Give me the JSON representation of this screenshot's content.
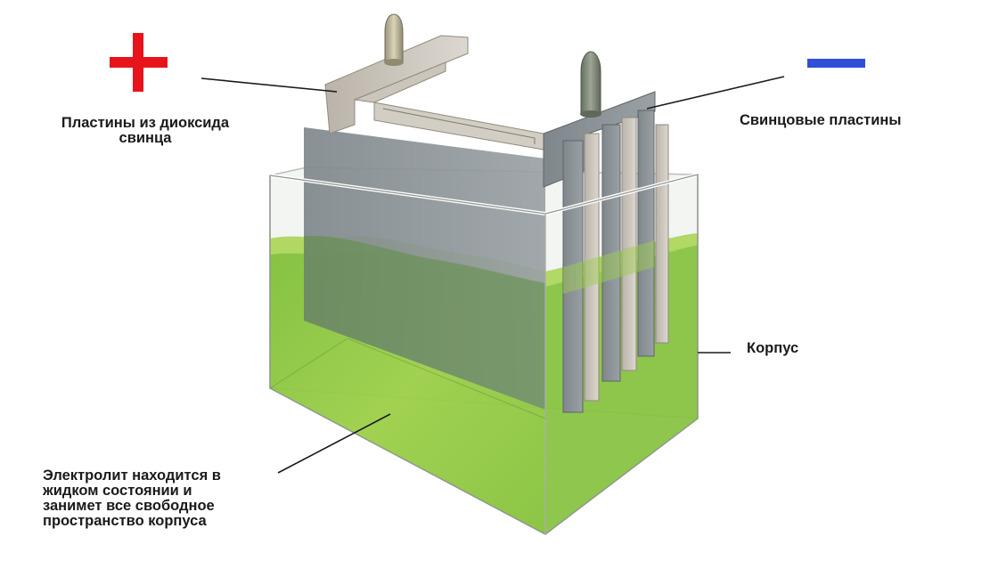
{
  "diagram": {
    "type": "lead-acid battery cell",
    "terminals": {
      "positive_symbol": "+",
      "negative_symbol": "−",
      "positive_color": "#e8141b",
      "negative_color": "#2f4fd6"
    },
    "labels": {
      "positive_plates": "Пластины из диоксида\nсвинца",
      "negative_plates": "Свинцовые пластины",
      "case": "Корпус",
      "electrolyte": "Электролит находится в\nжидком состоянии и\nзанимет все свободное\nпространство корпуса"
    },
    "colors": {
      "electrolyte": "#8cc63f",
      "plate_dark": "#8d9499",
      "plate_light": "#c9c4bb",
      "case_glass": "#e9efe9"
    }
  }
}
